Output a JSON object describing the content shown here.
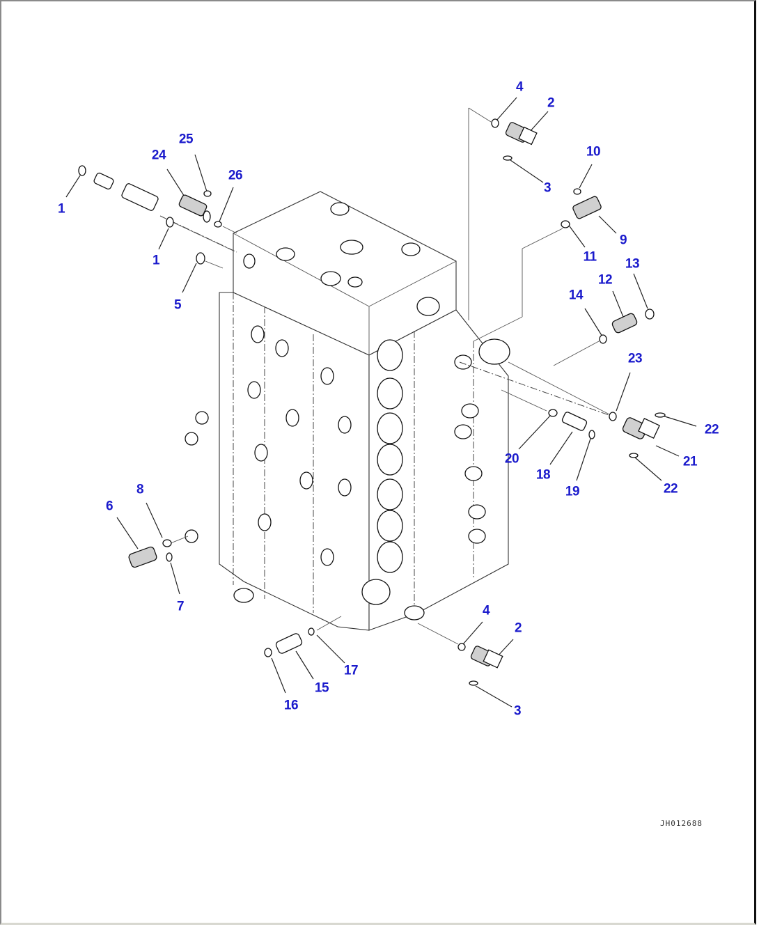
{
  "diagram": {
    "title": "Control valve exploded parts view",
    "drawing_number": "JH012688",
    "callout_color": "#1a1acc",
    "callouts": [
      {
        "id": "c1a",
        "label": "1"
      },
      {
        "id": "c1b",
        "label": "1"
      },
      {
        "id": "c2a",
        "label": "2"
      },
      {
        "id": "c2b",
        "label": "2"
      },
      {
        "id": "c3a",
        "label": "3"
      },
      {
        "id": "c3b",
        "label": "3"
      },
      {
        "id": "c4a",
        "label": "4"
      },
      {
        "id": "c4b",
        "label": "4"
      },
      {
        "id": "c5",
        "label": "5"
      },
      {
        "id": "c6",
        "label": "6"
      },
      {
        "id": "c7",
        "label": "7"
      },
      {
        "id": "c8",
        "label": "8"
      },
      {
        "id": "c9",
        "label": "9"
      },
      {
        "id": "c10",
        "label": "10"
      },
      {
        "id": "c11",
        "label": "11"
      },
      {
        "id": "c12",
        "label": "12"
      },
      {
        "id": "c13",
        "label": "13"
      },
      {
        "id": "c14",
        "label": "14"
      },
      {
        "id": "c15",
        "label": "15"
      },
      {
        "id": "c16",
        "label": "16"
      },
      {
        "id": "c17",
        "label": "17"
      },
      {
        "id": "c18",
        "label": "18"
      },
      {
        "id": "c19",
        "label": "19"
      },
      {
        "id": "c20",
        "label": "20"
      },
      {
        "id": "c21",
        "label": "21"
      },
      {
        "id": "c22a",
        "label": "22"
      },
      {
        "id": "c22b",
        "label": "22"
      },
      {
        "id": "c23",
        "label": "23"
      },
      {
        "id": "c24",
        "label": "24"
      },
      {
        "id": "c25",
        "label": "25"
      },
      {
        "id": "c26",
        "label": "26"
      }
    ]
  }
}
